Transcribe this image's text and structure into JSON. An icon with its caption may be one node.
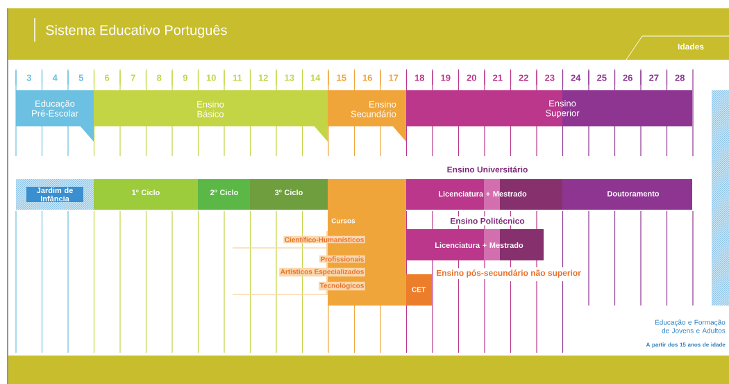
{
  "diagram": {
    "title": "Sistema Educativo Português",
    "nodes": [
      {
        "text": [
          "Educação Pré-Escolar"
        ]
      },
      {
        "text": [
          "Ensino Básico"
        ]
      },
      {
        "text": [
          "Ensino Secundário"
        ]
      },
      {
        "text": [
          "Ensino Superior"
        ]
      },
      {
        "text": [
          "Jardim de Infância"
        ]
      },
      {
        "text": [
          "1º Ciclo"
        ]
      },
      {
        "text": [
          "2º Ciclo"
        ]
      },
      {
        "text": [
          "3º Ciclo"
        ]
      },
      {
        "text": [
          "Cursos"
        ]
      },
      {
        "text": [
          "Licenciatura + Mestrado"
        ],
        "beside": [
          "Ensino Universitário"
        ]
      },
      {
        "text": [
          "Doutoramento"
        ]
      },
      {
        "text": [
          "Licenciatura + Mestrado"
        ],
        "beside": [
          "Ensino Politécnico"
        ]
      },
      {
        "text": [
          "CET"
        ]
      },
      {
        "text": [],
        "shape": "bar",
        "beside": [
          "Educação e Formação de Jovens e Adultos",
          "A partir dos 15 anos de idade"
        ]
      }
    ],
    "labels": [
      "Idades",
      "3",
      "4",
      "5",
      "6",
      "7",
      "8",
      "9",
      "10",
      "11",
      "12",
      "13",
      "14",
      "15",
      "16",
      "17",
      "18",
      "19",
      "20",
      "21",
      "22",
      "23",
      "24",
      "25",
      "26",
      "27",
      "28",
      "Científico-Humanísticos",
      "Profissionais",
      "Artísticos Especializados",
      "Tecnológicos",
      "Ensino pós-secundário não superior"
    ]
  }
}
